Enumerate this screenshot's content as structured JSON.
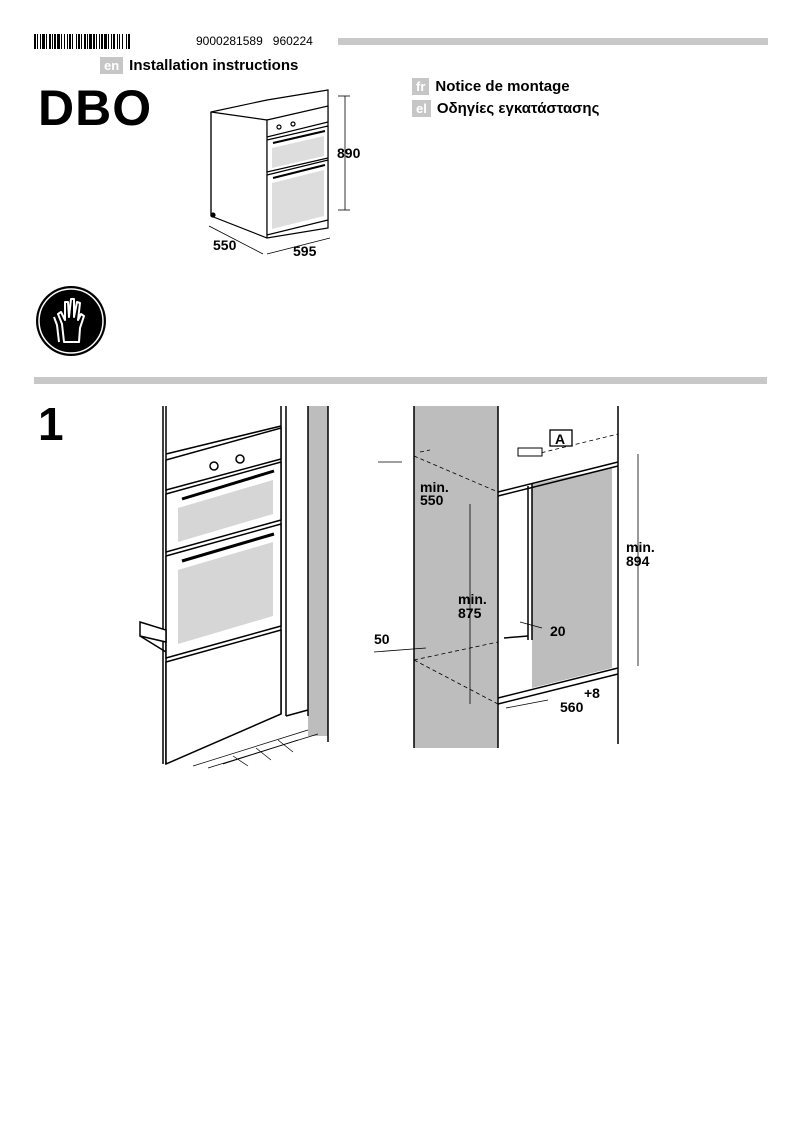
{
  "header": {
    "doc_number": "9000281589",
    "doc_revision": "960224",
    "model": "DBO"
  },
  "languages": [
    {
      "code": "en",
      "title": "Installation instructions"
    },
    {
      "code": "fr",
      "title": "Notice de montage"
    },
    {
      "code": "el",
      "title": "Οδηγίες εγκατάστασης"
    }
  ],
  "appliance_dimensions": {
    "height": "890",
    "depth": "550",
    "width": "595"
  },
  "safety_icon": "gloves-icon",
  "step1": {
    "number": "1",
    "label_a": "A",
    "dims": {
      "min_label": "min.",
      "depth": "550",
      "height_inner": "875",
      "height_outer": "894",
      "offset_front": "50",
      "strip": "20",
      "width": "560",
      "width_tolerance": "+8"
    }
  },
  "colors": {
    "rule_gray": "#c8c8c8",
    "wall_gray": "#bdbdbd",
    "lang_tag_bg": "#c6c6c6"
  }
}
